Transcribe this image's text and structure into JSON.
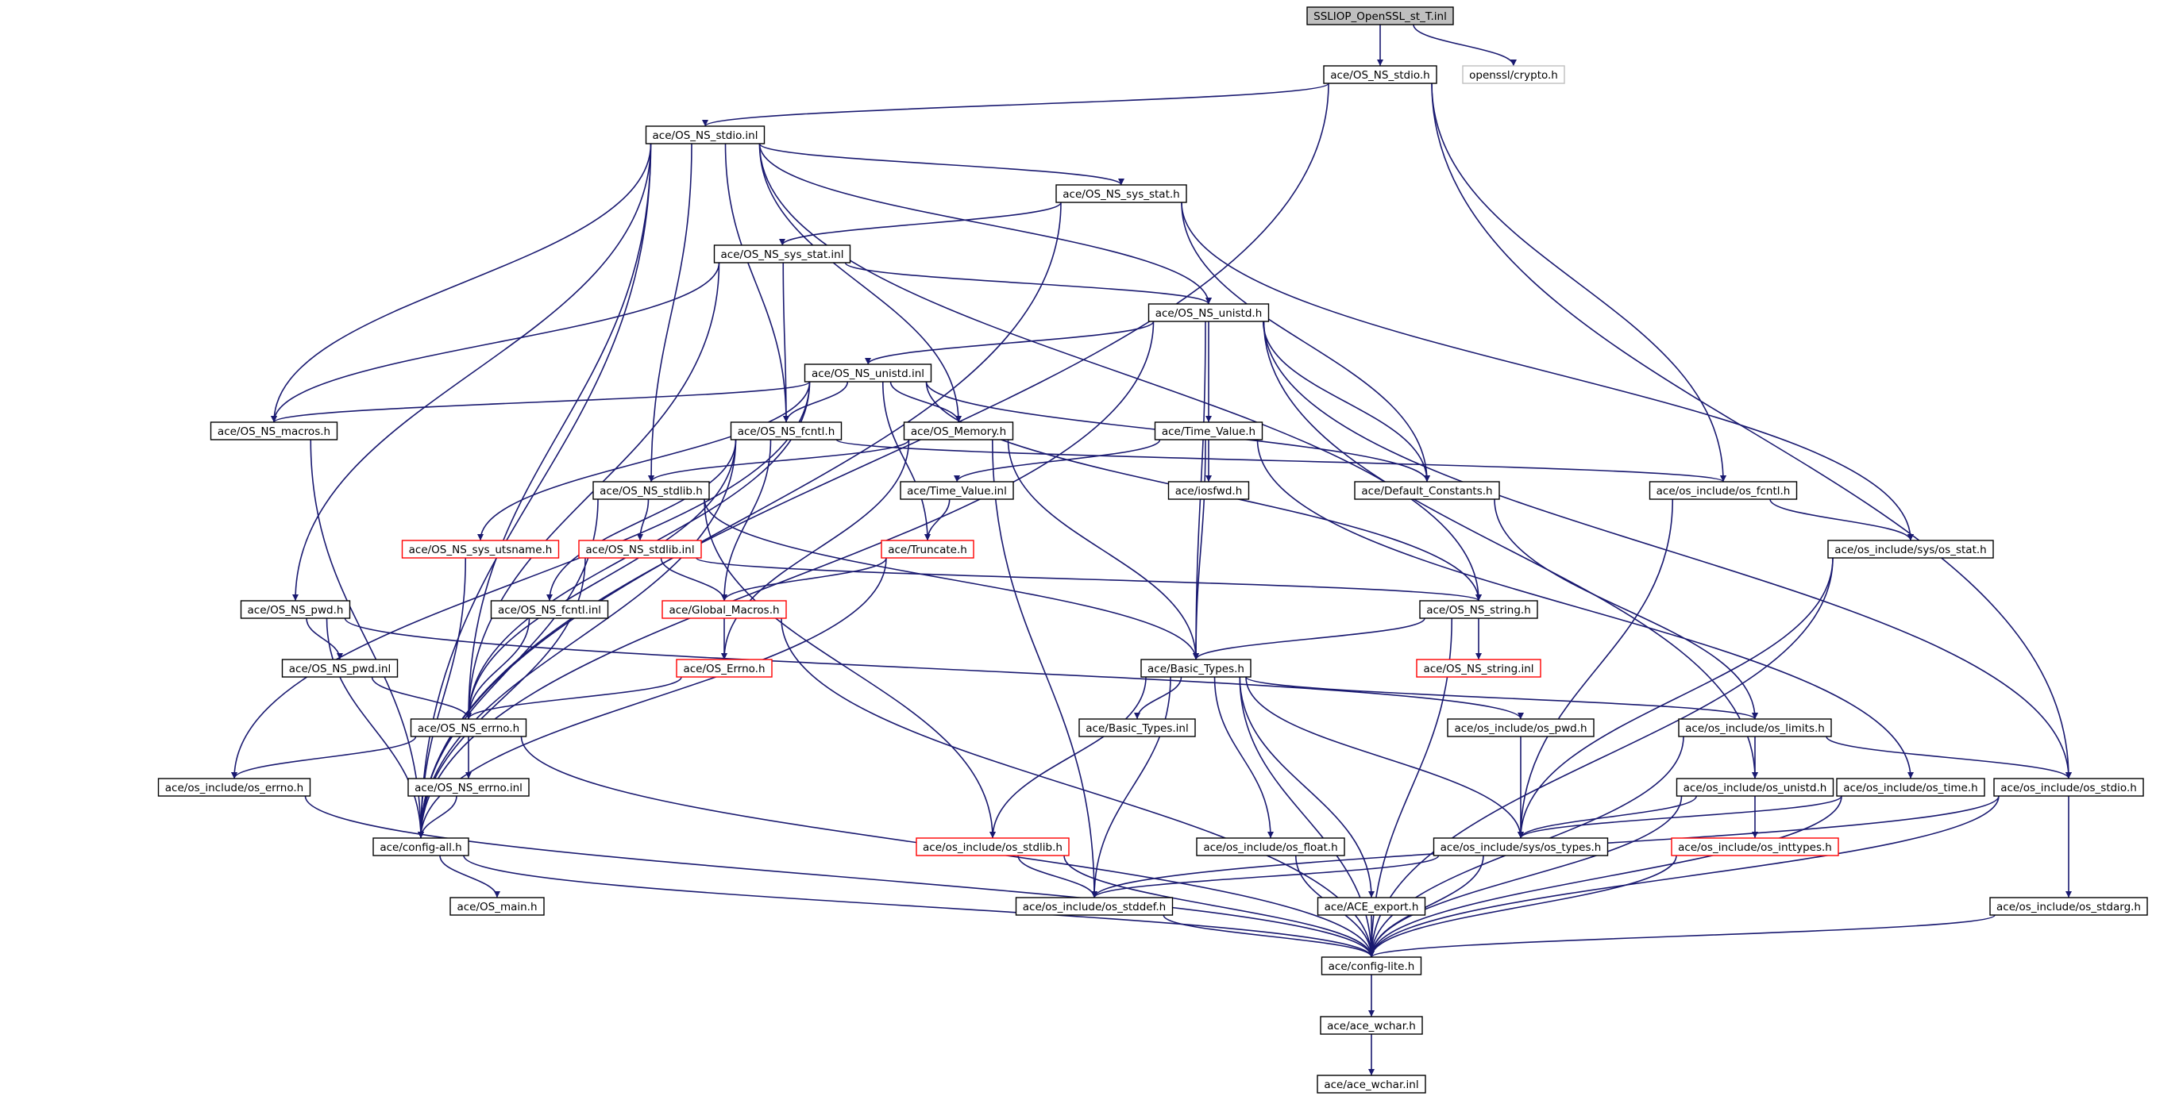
{
  "colors": {
    "edge": "#191970",
    "node_border": "#000000",
    "missing_border": "#ff0000",
    "external_border": "#bfbfbf",
    "root_fill": "#bfbfbf",
    "fill": "#ffffff"
  },
  "nodes": [
    {
      "id": "root",
      "label": "SSLIOP_OpenSSL_st_T.inl",
      "kind": "root"
    },
    {
      "id": "stdio_h",
      "label": "ace/OS_NS_stdio.h"
    },
    {
      "id": "crypto",
      "label": "openssl/crypto.h",
      "kind": "external"
    },
    {
      "id": "stdio_inl",
      "label": "ace/OS_NS_stdio.inl"
    },
    {
      "id": "sys_stat_h",
      "label": "ace/OS_NS_sys_stat.h"
    },
    {
      "id": "sys_stat_inl",
      "label": "ace/OS_NS_sys_stat.inl"
    },
    {
      "id": "unistd_h",
      "label": "ace/OS_NS_unistd.h"
    },
    {
      "id": "unistd_inl",
      "label": "ace/OS_NS_unistd.inl"
    },
    {
      "id": "macros",
      "label": "ace/OS_NS_macros.h"
    },
    {
      "id": "fcntl_h",
      "label": "ace/OS_NS_fcntl.h"
    },
    {
      "id": "memory",
      "label": "ace/OS_Memory.h"
    },
    {
      "id": "time_value_h",
      "label": "ace/Time_Value.h"
    },
    {
      "id": "stdlib_h",
      "label": "ace/OS_NS_stdlib.h"
    },
    {
      "id": "time_value_inl",
      "label": "ace/Time_Value.inl"
    },
    {
      "id": "iosfwd",
      "label": "ace/iosfwd.h"
    },
    {
      "id": "default_constants",
      "label": "ace/Default_Constants.h"
    },
    {
      "id": "osi_fcntl",
      "label": "ace/os_include/os_fcntl.h"
    },
    {
      "id": "utsname",
      "label": "ace/OS_NS_sys_utsname.h",
      "kind": "missing"
    },
    {
      "id": "stdlib_inl",
      "label": "ace/OS_NS_stdlib.inl",
      "kind": "missing"
    },
    {
      "id": "truncate",
      "label": "ace/Truncate.h",
      "kind": "missing"
    },
    {
      "id": "sys_os_stat",
      "label": "ace/os_include/sys/os_stat.h"
    },
    {
      "id": "pwd_h",
      "label": "ace/OS_NS_pwd.h"
    },
    {
      "id": "fcntl_inl",
      "label": "ace/OS_NS_fcntl.inl"
    },
    {
      "id": "global_macros",
      "label": "ace/Global_Macros.h",
      "kind": "missing"
    },
    {
      "id": "string_h",
      "label": "ace/OS_NS_string.h"
    },
    {
      "id": "pwd_inl",
      "label": "ace/OS_NS_pwd.inl"
    },
    {
      "id": "os_errno_h",
      "label": "ace/OS_Errno.h",
      "kind": "missing"
    },
    {
      "id": "basic_types",
      "label": "ace/Basic_Types.h"
    },
    {
      "id": "string_inl",
      "label": "ace/OS_NS_string.inl",
      "kind": "missing"
    },
    {
      "id": "errno_h",
      "label": "ace/OS_NS_errno.h"
    },
    {
      "id": "basic_types_inl",
      "label": "ace/Basic_Types.inl"
    },
    {
      "id": "osi_pwd",
      "label": "ace/os_include/os_pwd.h"
    },
    {
      "id": "osi_limits",
      "label": "ace/os_include/os_limits.h"
    },
    {
      "id": "osi_errno",
      "label": "ace/os_include/os_errno.h"
    },
    {
      "id": "errno_inl",
      "label": "ace/OS_NS_errno.inl"
    },
    {
      "id": "osi_unistd",
      "label": "ace/os_include/os_unistd.h"
    },
    {
      "id": "osi_time",
      "label": "ace/os_include/os_time.h"
    },
    {
      "id": "osi_stdio",
      "label": "ace/os_include/os_stdio.h"
    },
    {
      "id": "config_all",
      "label": "ace/config-all.h"
    },
    {
      "id": "osi_stdlib",
      "label": "ace/os_include/os_stdlib.h",
      "kind": "missing"
    },
    {
      "id": "osi_float",
      "label": "ace/os_include/os_float.h"
    },
    {
      "id": "sys_types",
      "label": "ace/os_include/sys/os_types.h"
    },
    {
      "id": "inttypes",
      "label": "ace/os_include/os_inttypes.h",
      "kind": "missing"
    },
    {
      "id": "os_main",
      "label": "ace/OS_main.h"
    },
    {
      "id": "osi_stddef",
      "label": "ace/os_include/os_stddef.h"
    },
    {
      "id": "ace_export",
      "label": "ace/ACE_export.h"
    },
    {
      "id": "osi_stdarg",
      "label": "ace/os_include/os_stdarg.h"
    },
    {
      "id": "config_lite",
      "label": "ace/config-lite.h"
    },
    {
      "id": "ace_wchar_h",
      "label": "ace/ace_wchar.h"
    },
    {
      "id": "ace_wchar_inl",
      "label": "ace/ace_wchar.inl"
    }
  ],
  "edges": [
    [
      "root",
      "stdio_h"
    ],
    [
      "root",
      "crypto"
    ],
    [
      "stdio_h",
      "stdio_inl"
    ],
    [
      "stdio_h",
      "osi_fcntl"
    ],
    [
      "stdio_h",
      "osi_stdio"
    ],
    [
      "stdio_h",
      "config_all"
    ],
    [
      "stdio_inl",
      "sys_stat_h"
    ],
    [
      "stdio_inl",
      "unistd_h"
    ],
    [
      "stdio_inl",
      "memory"
    ],
    [
      "stdio_inl",
      "fcntl_h"
    ],
    [
      "stdio_inl",
      "macros"
    ],
    [
      "stdio_inl",
      "stdlib_h"
    ],
    [
      "stdio_inl",
      "pwd_h"
    ],
    [
      "stdio_inl",
      "errno_h"
    ],
    [
      "stdio_inl",
      "string_h"
    ],
    [
      "stdio_inl",
      "config_all"
    ],
    [
      "sys_stat_h",
      "sys_stat_inl"
    ],
    [
      "sys_stat_h",
      "default_constants"
    ],
    [
      "sys_stat_h",
      "sys_os_stat"
    ],
    [
      "sys_stat_h",
      "config_all"
    ],
    [
      "sys_stat_inl",
      "unistd_h"
    ],
    [
      "sys_stat_inl",
      "fcntl_h"
    ],
    [
      "sys_stat_inl",
      "macros"
    ],
    [
      "sys_stat_inl",
      "errno_h"
    ],
    [
      "unistd_h",
      "unistd_inl"
    ],
    [
      "unistd_h",
      "time_value_h"
    ],
    [
      "unistd_h",
      "default_constants"
    ],
    [
      "unistd_h",
      "basic_types"
    ],
    [
      "unistd_h",
      "osi_unistd"
    ],
    [
      "unistd_h",
      "osi_stdio"
    ],
    [
      "unistd_h",
      "config_all"
    ],
    [
      "unistd_inl",
      "macros"
    ],
    [
      "unistd_inl",
      "fcntl_h"
    ],
    [
      "unistd_inl",
      "memory"
    ],
    [
      "unistd_inl",
      "default_constants"
    ],
    [
      "unistd_inl",
      "utsname"
    ],
    [
      "unistd_inl",
      "truncate"
    ],
    [
      "unistd_inl",
      "string_h"
    ],
    [
      "unistd_inl",
      "errno_h"
    ],
    [
      "unistd_inl",
      "osi_errno"
    ],
    [
      "macros",
      "config_all"
    ],
    [
      "fcntl_h",
      "global_macros"
    ],
    [
      "fcntl_h",
      "osi_fcntl"
    ],
    [
      "fcntl_h",
      "fcntl_inl"
    ],
    [
      "fcntl_h",
      "config_all"
    ],
    [
      "fcntl_h",
      "errno_h"
    ],
    [
      "memory",
      "stdlib_h"
    ],
    [
      "memory",
      "basic_types"
    ],
    [
      "memory",
      "os_errno_h"
    ],
    [
      "memory",
      "osi_stddef"
    ],
    [
      "time_value_h",
      "time_value_inl"
    ],
    [
      "time_value_h",
      "iosfwd"
    ],
    [
      "time_value_h",
      "basic_types"
    ],
    [
      "time_value_h",
      "osi_time"
    ],
    [
      "stdlib_h",
      "stdlib_inl"
    ],
    [
      "stdlib_h",
      "basic_types"
    ],
    [
      "stdlib_h",
      "osi_stdlib"
    ],
    [
      "stdlib_h",
      "config_all"
    ],
    [
      "time_value_inl",
      "truncate"
    ],
    [
      "default_constants",
      "osi_limits"
    ],
    [
      "osi_fcntl",
      "sys_os_stat"
    ],
    [
      "osi_fcntl",
      "sys_types"
    ],
    [
      "utsname",
      "config_all"
    ],
    [
      "stdlib_inl",
      "global_macros"
    ],
    [
      "stdlib_inl",
      "string_h"
    ],
    [
      "stdlib_inl",
      "config_all"
    ],
    [
      "truncate",
      "global_macros"
    ],
    [
      "truncate",
      "config_all"
    ],
    [
      "sys_os_stat",
      "sys_types"
    ],
    [
      "sys_os_stat",
      "config_lite"
    ],
    [
      "pwd_h",
      "pwd_inl"
    ],
    [
      "pwd_h",
      "osi_pwd"
    ],
    [
      "pwd_h",
      "config_all"
    ],
    [
      "fcntl_inl",
      "errno_h"
    ],
    [
      "global_macros",
      "os_errno_h"
    ],
    [
      "global_macros",
      "config_lite"
    ],
    [
      "string_h",
      "basic_types"
    ],
    [
      "string_h",
      "string_inl"
    ],
    [
      "string_h",
      "config_lite"
    ],
    [
      "pwd_inl",
      "errno_h"
    ],
    [
      "os_errno_h",
      "errno_h"
    ],
    [
      "basic_types",
      "basic_types_inl"
    ],
    [
      "basic_types",
      "osi_limits"
    ],
    [
      "basic_types",
      "osi_float"
    ],
    [
      "basic_types",
      "ace_export"
    ],
    [
      "basic_types",
      "sys_types"
    ],
    [
      "basic_types",
      "osi_stdlib"
    ],
    [
      "basic_types",
      "osi_stddef"
    ],
    [
      "basic_types",
      "config_lite"
    ],
    [
      "errno_h",
      "errno_inl"
    ],
    [
      "errno_h",
      "osi_errno"
    ],
    [
      "errno_h",
      "config_lite"
    ],
    [
      "osi_pwd",
      "sys_types"
    ],
    [
      "osi_limits",
      "osi_unistd"
    ],
    [
      "osi_limits",
      "osi_stdio"
    ],
    [
      "osi_limits",
      "config_lite"
    ],
    [
      "osi_errno",
      "config_lite"
    ],
    [
      "errno_inl",
      "config_all"
    ],
    [
      "osi_unistd",
      "sys_types"
    ],
    [
      "osi_unistd",
      "inttypes"
    ],
    [
      "osi_unistd",
      "config_lite"
    ],
    [
      "osi_time",
      "sys_types"
    ],
    [
      "osi_time",
      "config_lite"
    ],
    [
      "osi_stdio",
      "osi_stdarg"
    ],
    [
      "osi_stdio",
      "osi_stddef"
    ],
    [
      "osi_stdio",
      "config_lite"
    ],
    [
      "config_all",
      "os_main"
    ],
    [
      "config_all",
      "config_lite"
    ],
    [
      "osi_stdlib",
      "osi_stddef"
    ],
    [
      "osi_stdlib",
      "config_lite"
    ],
    [
      "osi_float",
      "config_lite"
    ],
    [
      "sys_types",
      "osi_stddef"
    ],
    [
      "sys_types",
      "config_lite"
    ],
    [
      "inttypes",
      "config_lite"
    ],
    [
      "osi_stddef",
      "config_lite"
    ],
    [
      "ace_export",
      "config_lite"
    ],
    [
      "osi_stdarg",
      "config_lite"
    ],
    [
      "config_lite",
      "ace_wchar_h"
    ],
    [
      "ace_wchar_h",
      "ace_wchar_inl"
    ]
  ]
}
